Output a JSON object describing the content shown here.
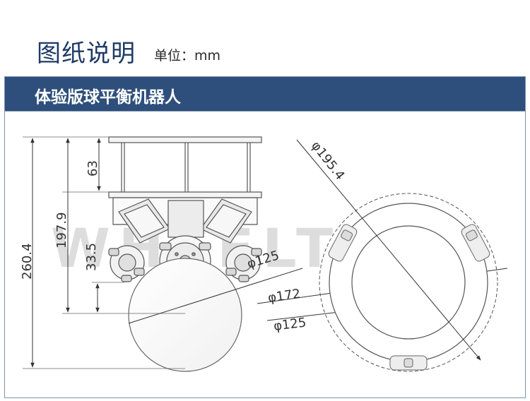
{
  "header": {
    "title": "图纸说明",
    "unit": "单位：mm"
  },
  "banner": {
    "title": "体验版球平衡机器人"
  },
  "watermark": "WHEELTEC",
  "dimensions": {
    "total_height": "260.4",
    "body_height": "197.9",
    "top_deck": "63",
    "wheel_offset": "33.5",
    "ball_diameter_1": "φ125",
    "ring_diameter": "φ172",
    "ball_diameter_2": "φ125",
    "outer_diameter": "φ195.4"
  },
  "colors": {
    "title_blue": "#1e3a66",
    "banner_blue": "#2e4f7c",
    "frame_border": "#7f93ad"
  }
}
